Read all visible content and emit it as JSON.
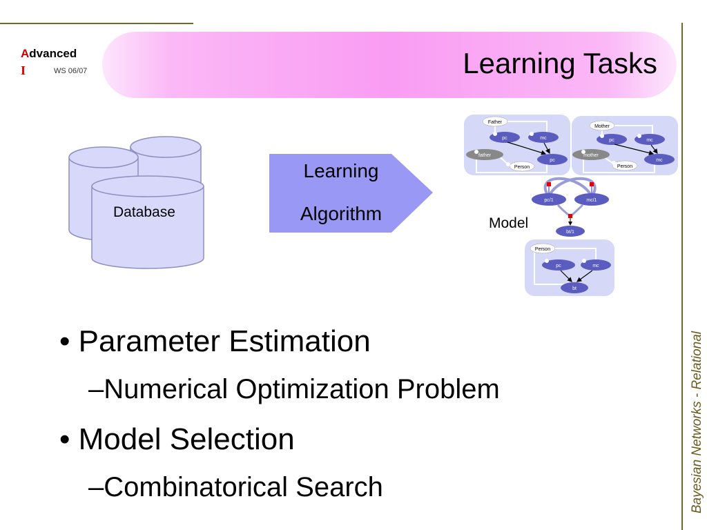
{
  "logo": {
    "line1_first": "A",
    "line1_rest": "dvanced",
    "line2": "I",
    "semester": "WS 06/07"
  },
  "title": "Learning Tasks",
  "side_text": "Bayesian Networks - Relational",
  "diagram": {
    "database_label": "Database",
    "algorithm_line1": "Learning",
    "algorithm_line2": "Algorithm",
    "model_label": "Model",
    "father_box": {
      "header": "Father",
      "n1": "pc",
      "n2": "mc",
      "left": "father",
      "person": "Person",
      "n3": "pc"
    },
    "mother_box": {
      "header": "Mother",
      "n1": "pc",
      "n2": "mc",
      "left": "mother",
      "person": "Person",
      "n3": "mc"
    },
    "agg_nodes": {
      "pc": "pc/1",
      "mc": "mc/1",
      "bt": "bt/1"
    },
    "person_box": {
      "header": "Person",
      "n1": "pc",
      "n2": "mc",
      "n3": "bt"
    }
  },
  "bullets": [
    {
      "text": "Parameter Estimation"
    },
    {
      "text": "Numerical Optimization Problem"
    },
    {
      "text": "Model Selection"
    },
    {
      "text": "Combinatorical Search"
    }
  ]
}
